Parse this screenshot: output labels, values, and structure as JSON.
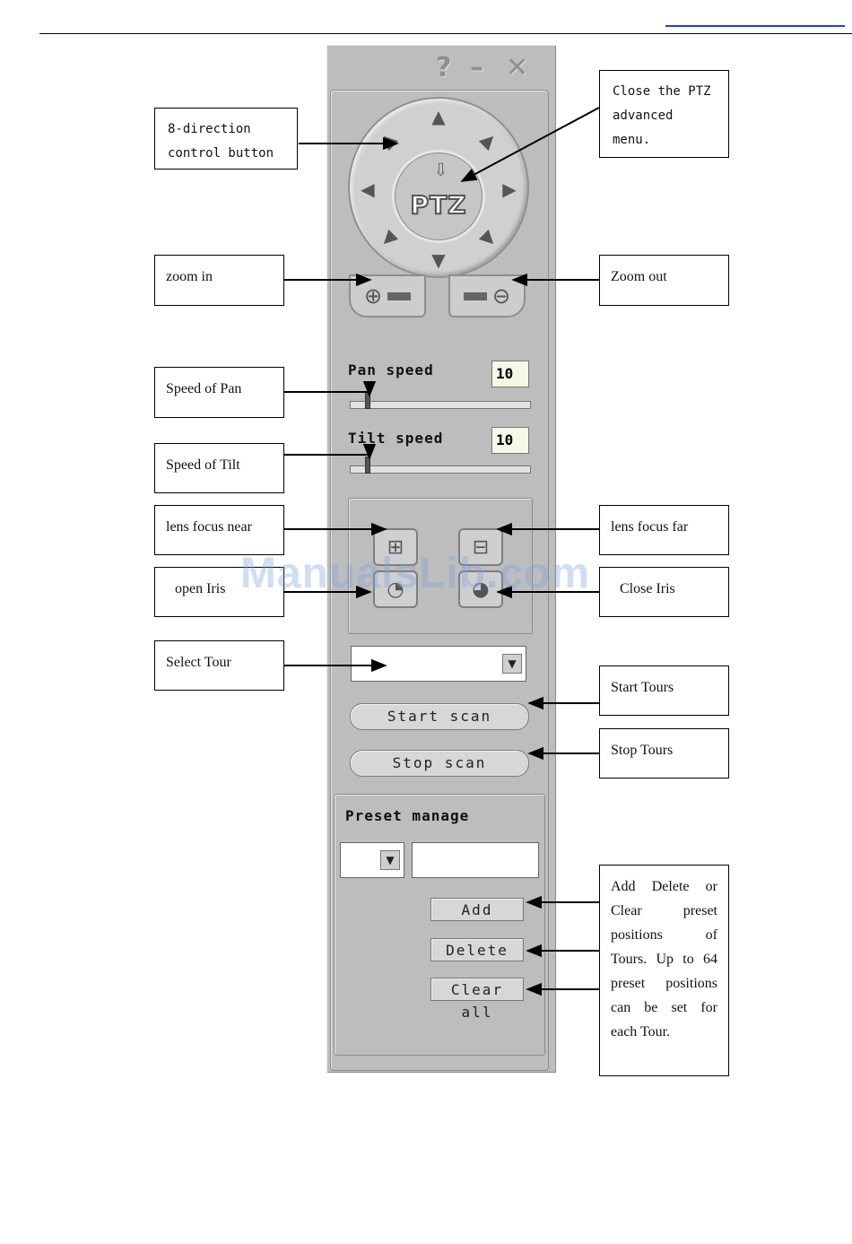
{
  "window": {
    "help_icon": "question-mark-icon",
    "minimize_icon": "minus-icon",
    "close_icon": "x-icon"
  },
  "ptz": {
    "center_label": "PTZ",
    "direction_icons": [
      "up",
      "up-right",
      "right",
      "down-right",
      "down",
      "down-left",
      "left",
      "up-left"
    ]
  },
  "pan": {
    "label": "Pan speed",
    "value": "10",
    "slider_fraction": 0.1
  },
  "tilt": {
    "label": "Tilt speed",
    "value": "10",
    "slider_fraction": 0.1
  },
  "tour": {
    "selected": ""
  },
  "scan": {
    "start_label": "Start scan",
    "stop_label": "Stop scan"
  },
  "preset": {
    "title": "Preset manage",
    "number": "",
    "name": "",
    "add_label": "Add",
    "delete_label": "Delete",
    "clear_label": "Clear all"
  },
  "notes": {
    "direction": "8-direction control button",
    "close_menu": "Close the PTZ advanced menu.",
    "zoom_in": "zoom in",
    "zoom_out": "Zoom out",
    "pan_speed": "Speed of Pan",
    "tilt_speed": "Speed of Tilt",
    "focus_near": "lens focus near",
    "focus_far": "lens focus far",
    "open_iris": "open Iris",
    "close_iris": "Close Iris",
    "select_tour": "Select Tour",
    "start_tours": "Start Tours",
    "stop_tours": "Stop Tours",
    "preset_desc": "Add Delete or Clear preset positions of Tours. Up to 64 preset positions can be set for each Tour."
  },
  "watermark": "ManualsLib.com"
}
